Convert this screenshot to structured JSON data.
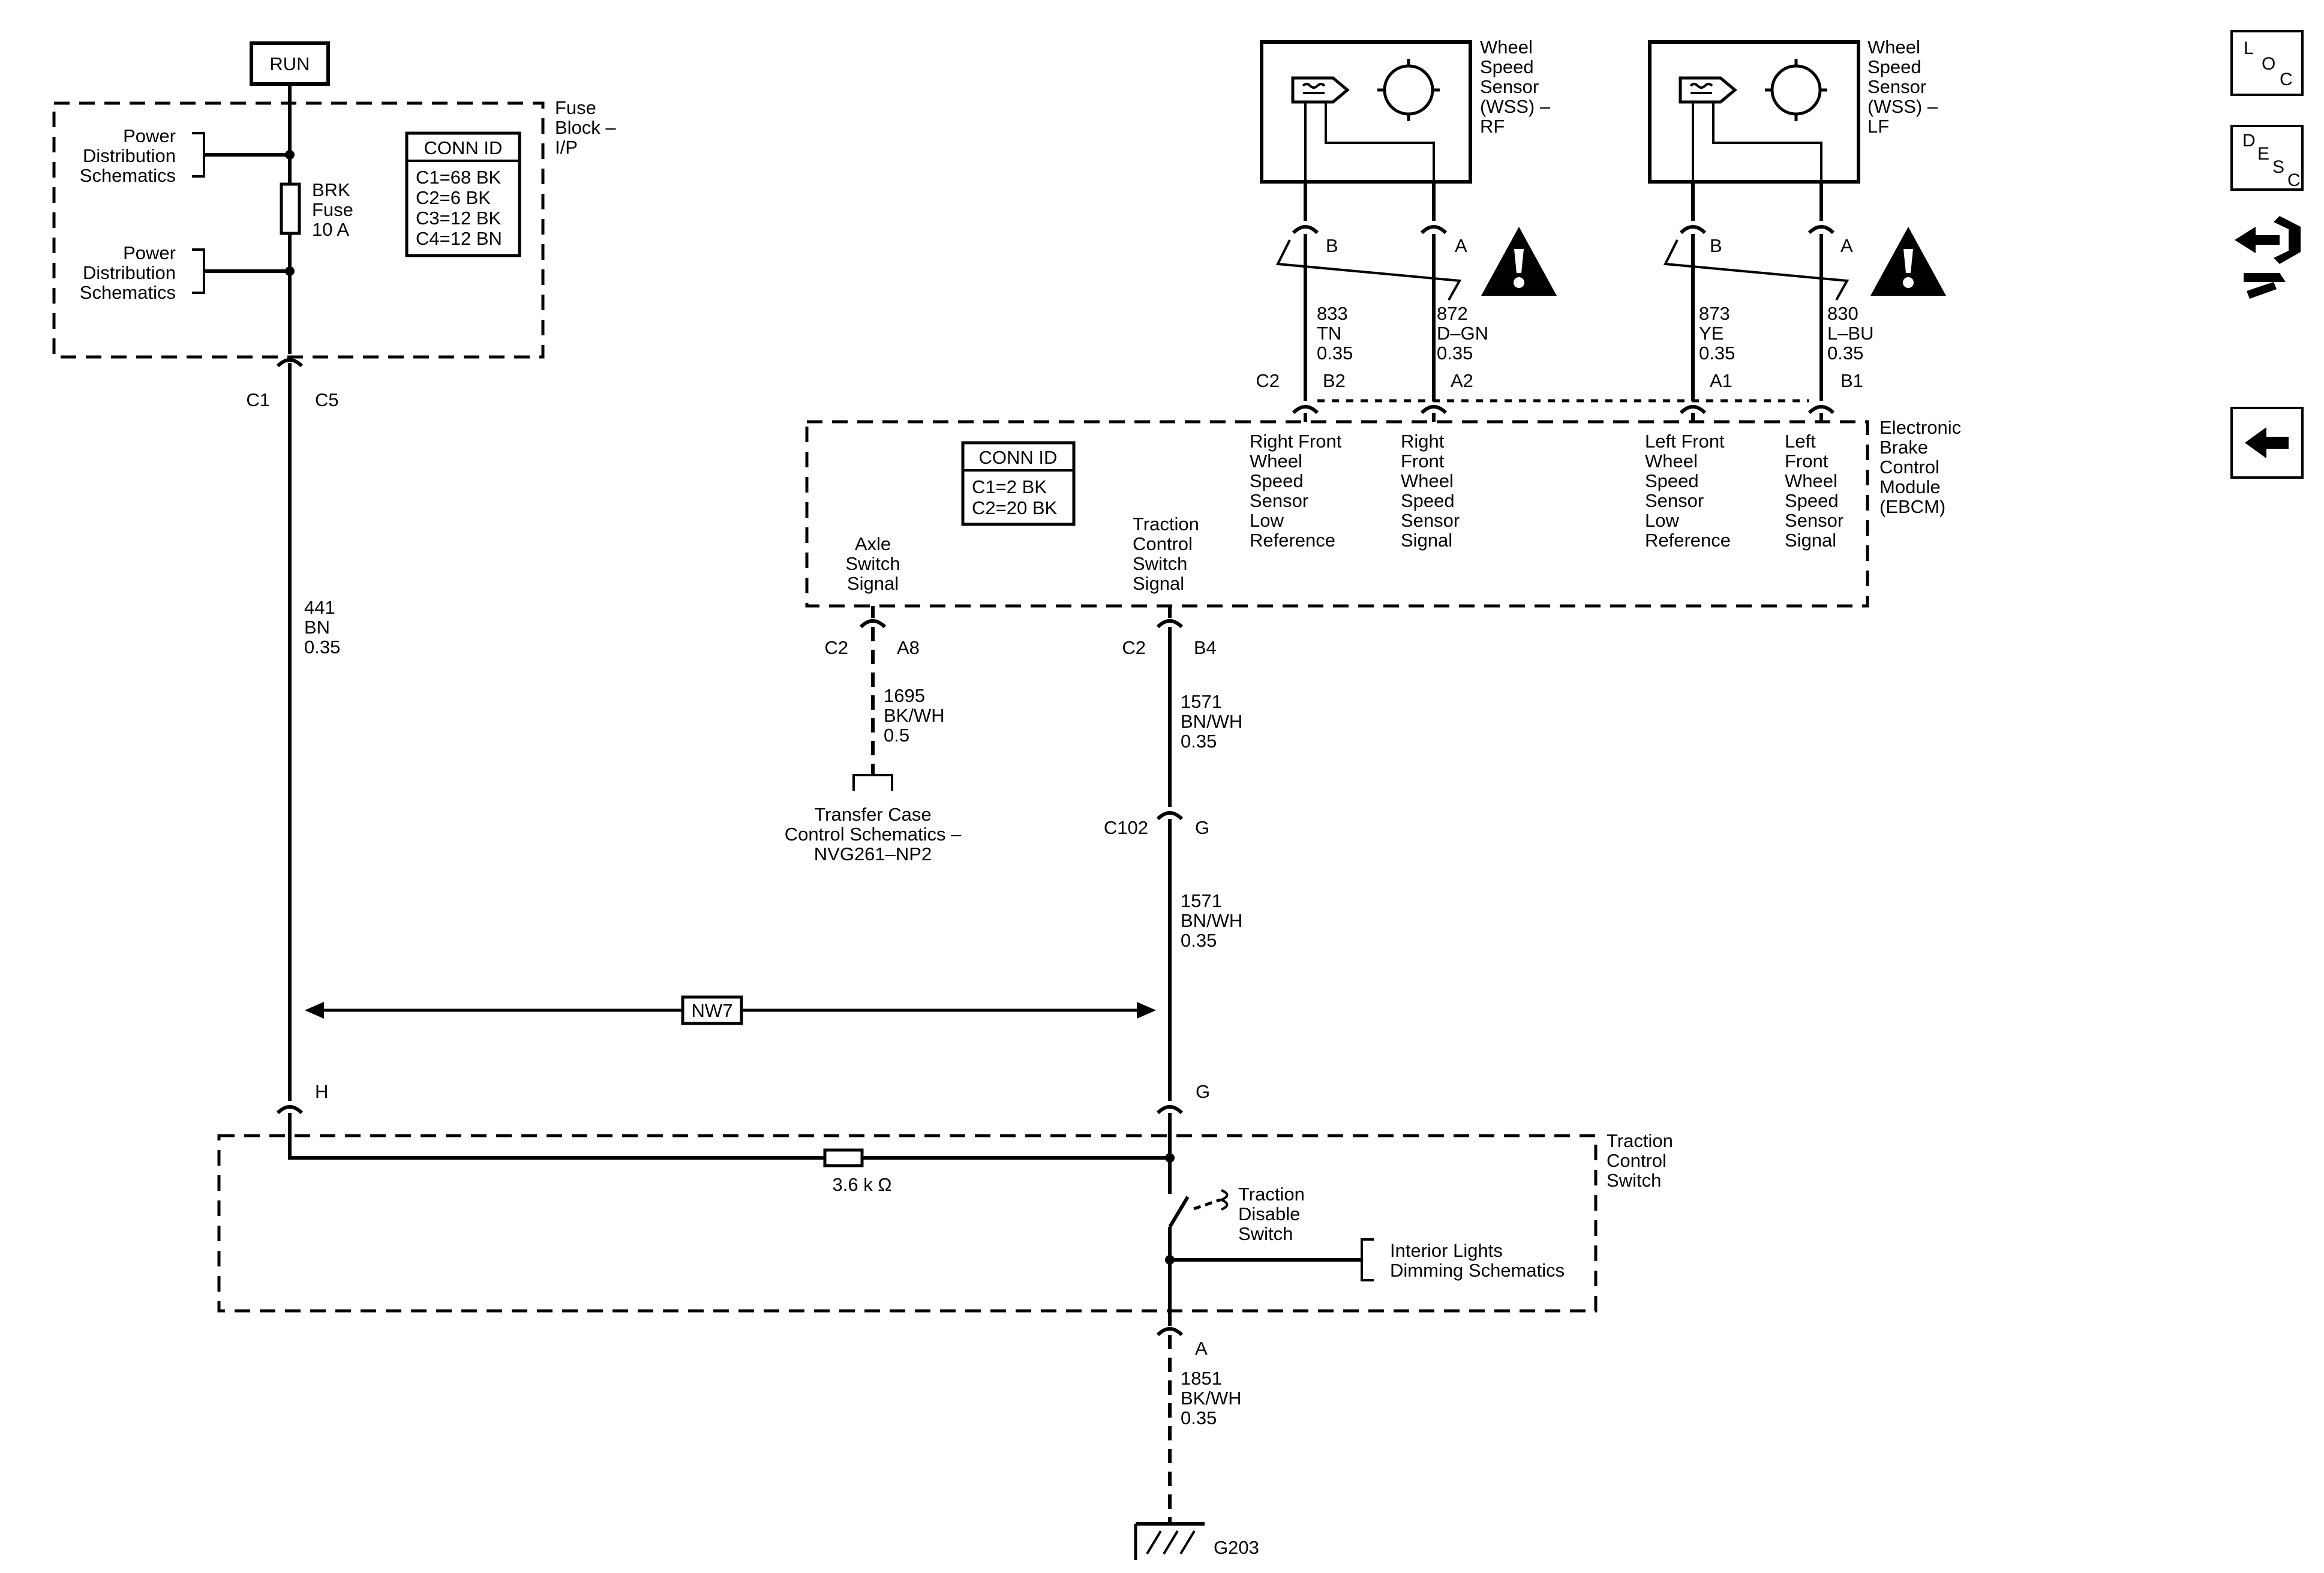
{
  "power_label": "RUN",
  "fuse_block": {
    "title": [
      "Fuse",
      "Block –",
      "I/P"
    ],
    "power_dist_top": [
      "Power",
      "Distribution",
      "Schematics"
    ],
    "power_dist_bottom": [
      "Power",
      "Distribution",
      "Schematics"
    ],
    "fuse": [
      "BRK",
      "Fuse",
      "10 A"
    ],
    "conn_id_title": "CONN ID",
    "conn_id": [
      "C1=68 BK",
      "C2=6 BK",
      "C3=12 BK",
      "C4=12 BN"
    ],
    "conn_left": "C1",
    "conn_right": "C5"
  },
  "wire_441": [
    "441",
    "BN",
    "0.35"
  ],
  "wss_rf": {
    "label": [
      "Wheel",
      "Speed",
      "Sensor",
      "(WSS) –",
      "RF"
    ],
    "pin_b": "B",
    "pin_a": "A",
    "wire_b": [
      "833",
      "TN",
      "0.35"
    ],
    "wire_a": [
      "872",
      "D–GN",
      "0.35"
    ]
  },
  "wss_lf": {
    "label": [
      "Wheel",
      "Speed",
      "Sensor",
      "(WSS) –",
      "LF"
    ],
    "pin_b": "B",
    "pin_a": "A",
    "wire_b": [
      "873",
      "YE",
      "0.35"
    ],
    "wire_a": [
      "830",
      "L–BU",
      "0.35"
    ]
  },
  "ebcm": {
    "title": [
      "Electronic",
      "Brake",
      "Control",
      "Module",
      "(EBCM)"
    ],
    "conn_id_title": "CONN ID",
    "conn_id": [
      "C1=2 BK",
      "C2=20 BK"
    ],
    "c2": "C2",
    "pins_top": [
      "B2",
      "A2",
      "A1",
      "B1"
    ],
    "functions": [
      [
        "Right Front",
        "Wheel",
        "Speed",
        "Sensor",
        "Low",
        "Reference"
      ],
      [
        "Right",
        "Front",
        "Wheel",
        "Speed",
        "Sensor",
        "Signal"
      ],
      [
        "Left Front",
        "Wheel",
        "Speed",
        "Sensor",
        "Low",
        "Reference"
      ],
      [
        "Left",
        "Front",
        "Wheel",
        "Speed",
        "Sensor",
        "Signal"
      ]
    ],
    "axle_switch": [
      "Axle",
      "Switch",
      "Signal"
    ],
    "traction_switch": [
      "Traction",
      "Control",
      "Switch",
      "Signal"
    ],
    "a8_conn": "C2",
    "a8_pin": "A8",
    "b4_conn": "C2",
    "b4_pin": "B4"
  },
  "wire_1695": [
    "1695",
    "BK/WH",
    "0.5"
  ],
  "transfer_case": [
    "Transfer Case",
    "Control Schematics –",
    "NVG261–NP2"
  ],
  "wire_1571_top": [
    "1571",
    "BN/WH",
    "0.35"
  ],
  "c102": "C102",
  "c102_pin": "G",
  "wire_1571_bottom": [
    "1571",
    "BN/WH",
    "0.35"
  ],
  "nw7": "NW7",
  "tcs": {
    "title": [
      "Traction",
      "Control",
      "Switch"
    ],
    "pin_h": "H",
    "pin_g": "G",
    "resistor": "3.6 k Ω",
    "disable_switch": [
      "Traction",
      "Disable",
      "Switch"
    ],
    "interior_lights": [
      "Interior Lights",
      "Dimming Schematics"
    ],
    "pin_a": "A"
  },
  "wire_1851": [
    "1851",
    "BK/WH",
    "0.35"
  ],
  "ground": "G203",
  "side_icons": {
    "loc": [
      "L",
      "O",
      "C"
    ],
    "desc": [
      "D",
      "E",
      "S",
      "C"
    ],
    "connector_icon": "connector-tool-icon",
    "back_icon": "back-arrow-icon"
  }
}
